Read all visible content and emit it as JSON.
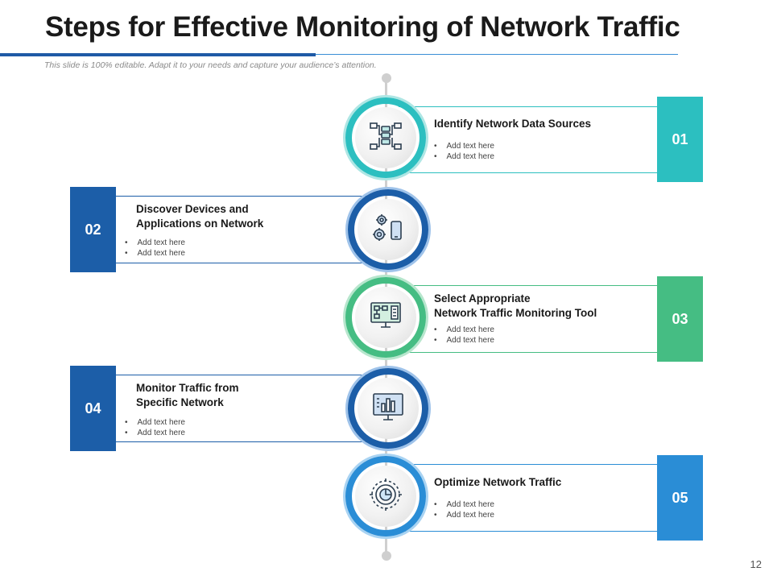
{
  "header": {
    "title": "Steps for Effective Monitoring of Network Traffic",
    "subtitle": "This slide is 100% editable. Adapt it to your needs and capture your audience’s attention."
  },
  "steps": [
    {
      "number": "01",
      "title": "Identify Network Data Sources",
      "bullets": [
        "Add text here",
        "Add text here"
      ],
      "color": "#2cbfc0",
      "icon": "network-sources-icon"
    },
    {
      "number": "02",
      "title": "Discover Devices and\nApplications on Network",
      "bullets": [
        "Add text here",
        "Add text here"
      ],
      "color": "#1c5ea8",
      "icon": "gear-mobile-icon"
    },
    {
      "number": "03",
      "title": "Select Appropriate\nNetwork Traffic Monitoring Tool",
      "bullets": [
        "Add text here",
        "Add text here"
      ],
      "color": "#45bd83",
      "icon": "monitor-flowchart-icon"
    },
    {
      "number": "04",
      "title": "Monitor Traffic from\nSpecific Network",
      "bullets": [
        "Add text here",
        "Add text here"
      ],
      "color": "#1c5ea8",
      "icon": "monitor-bar-chart-icon"
    },
    {
      "number": "05",
      "title": "Optimize Network Traffic",
      "bullets": [
        "Add text here",
        "Add text here"
      ],
      "color": "#2a8dd6",
      "icon": "target-pie-icon"
    }
  ],
  "page_number": "12"
}
